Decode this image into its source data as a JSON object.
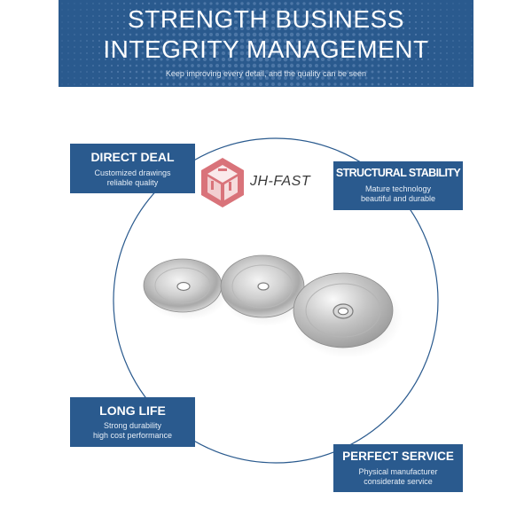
{
  "banner": {
    "line1": "STRENGTH BUSINESS",
    "line2": "INTEGRITY MANAGEMENT",
    "subtitle": "Keep improving every detail, and the quality can be seen"
  },
  "brand": {
    "name": "JH-FAST",
    "logo_icon": "hexagon-cube-logo-icon"
  },
  "features": [
    {
      "title": "DIRECT DEAL",
      "line1": "Customized drawings",
      "line2": "reliable quality"
    },
    {
      "title": "STRUCTURAL STABILITY",
      "line1": "Mature technology",
      "line2": "beautiful and durable"
    },
    {
      "title": "LONG LIFE",
      "line1": "Strong durability",
      "line2": "high cost performance"
    },
    {
      "title": "PERFECT SERVICE",
      "line1": "Physical manufacturer",
      "line2": "considerate service"
    }
  ],
  "product_image": "three-flat-stainless-washers",
  "colors": {
    "primary": "#2a5a8e",
    "logo": "#d9737a",
    "circle": "#2a5a8e"
  }
}
